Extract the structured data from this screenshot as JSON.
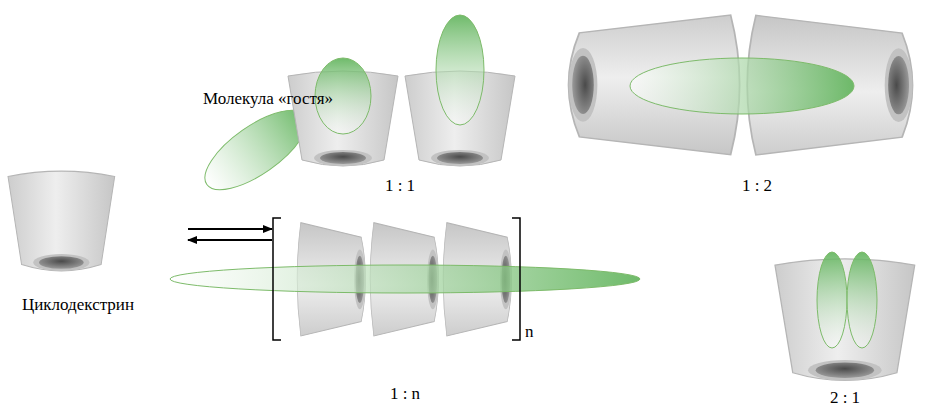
{
  "diagram": {
    "labels": [
      "Молекула «гостя»",
      "1 : 1",
      "1 : 2",
      "Циклодекстрин",
      "n",
      "1 : n",
      "2 : 1"
    ]
  }
}
